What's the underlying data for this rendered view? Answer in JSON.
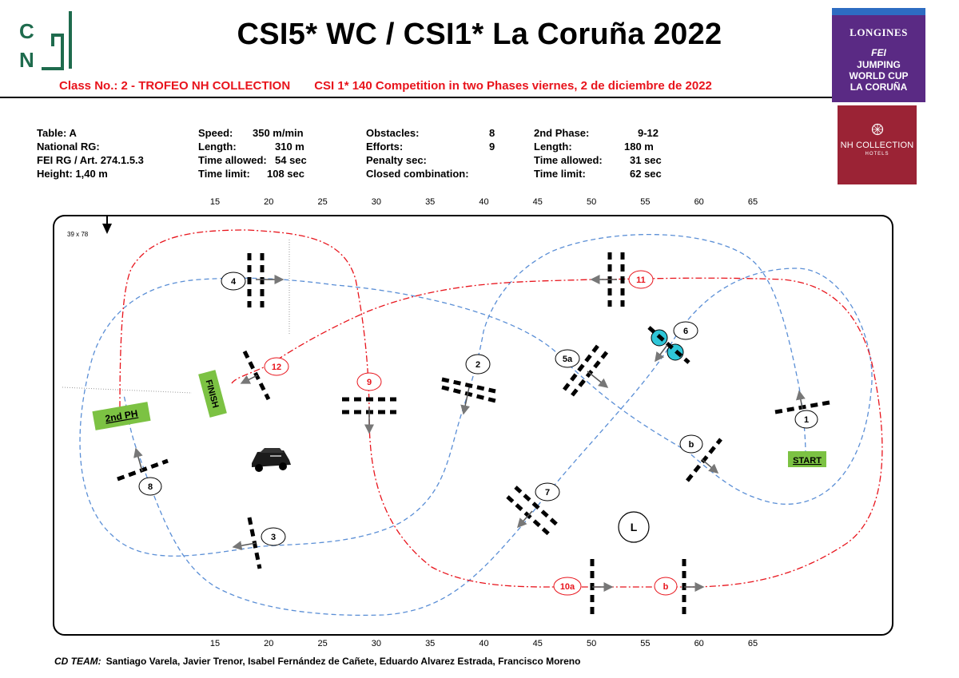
{
  "header": {
    "logo_letters": [
      "C",
      "N"
    ],
    "title": "CSI5* WC / CSI1* La Coruña 2022",
    "class_no": "Class No.: 2 - TROFEO NH COLLECTION",
    "csi_line": "CSI 1* 140   Competition in two Phases  viernes, 2 de diciembre de 2022"
  },
  "sponsors": {
    "longines": {
      "brand": "LONGINES",
      "fei": "FEI",
      "line1": "JUMPING",
      "line2": "WORLD CUP",
      "line3": "LA CORUÑA",
      "bg_color": "#5a2a84"
    },
    "nh": {
      "name": "NH COLLECTION",
      "sub": "HOTELS",
      "bg_color": "#9b2335"
    }
  },
  "info": {
    "col1": [
      {
        "label": "Table: A",
        "value": ""
      },
      {
        "label": "National RG:",
        "value": ""
      },
      {
        "label": "FEI RG / Art. 274.1.5.3",
        "value": ""
      },
      {
        "label": "Height: 1,40 m",
        "value": ""
      }
    ],
    "col2": [
      {
        "label": "Speed:",
        "value": "350 m/min"
      },
      {
        "label": "Length:",
        "value": "310 m"
      },
      {
        "label": "Time allowed:",
        "value": "54 sec"
      },
      {
        "label": "Time limit:",
        "value": "108 sec"
      }
    ],
    "col3": [
      {
        "label": "Obstacles:",
        "value": "8"
      },
      {
        "label": "Efforts:",
        "value": "9"
      },
      {
        "label": "Penalty sec:",
        "value": ""
      },
      {
        "label": "Closed combination:",
        "value": ""
      }
    ],
    "col4": [
      {
        "label": "2nd Phase:",
        "value": "9-12"
      },
      {
        "label": "Length:",
        "value": "180 m"
      },
      {
        "label": "Time allowed:",
        "value": "31 sec"
      },
      {
        "label": "Time limit:",
        "value": "62 sec"
      }
    ]
  },
  "arena": {
    "size_label": "39 x 78",
    "scale_ticks": [
      "15",
      "20",
      "25",
      "30",
      "35",
      "40",
      "45",
      "50",
      "55",
      "60",
      "65"
    ],
    "obstacles_phase1": [
      "1",
      "2",
      "3",
      "4",
      "5a",
      "b",
      "6",
      "7",
      "8"
    ],
    "obstacles_phase2": [
      "9",
      "10a",
      "b",
      "11",
      "12"
    ],
    "start_label": "START",
    "finish_label": "FINISH",
    "second_phase_label": "2nd PH",
    "landmark_label": "L",
    "colors": {
      "phase1_path": "#5b8fd6",
      "phase2_path": "#e8141c",
      "water": "#2fc6d8",
      "banner": "#7cc243"
    }
  },
  "footer": {
    "team_label": "CD TEAM:",
    "team_names": "Santiago Varela,  Javier Trenor, Isabel Fernández de Cañete,  Eduardo Alvarez Estrada, Francisco  Moreno"
  }
}
